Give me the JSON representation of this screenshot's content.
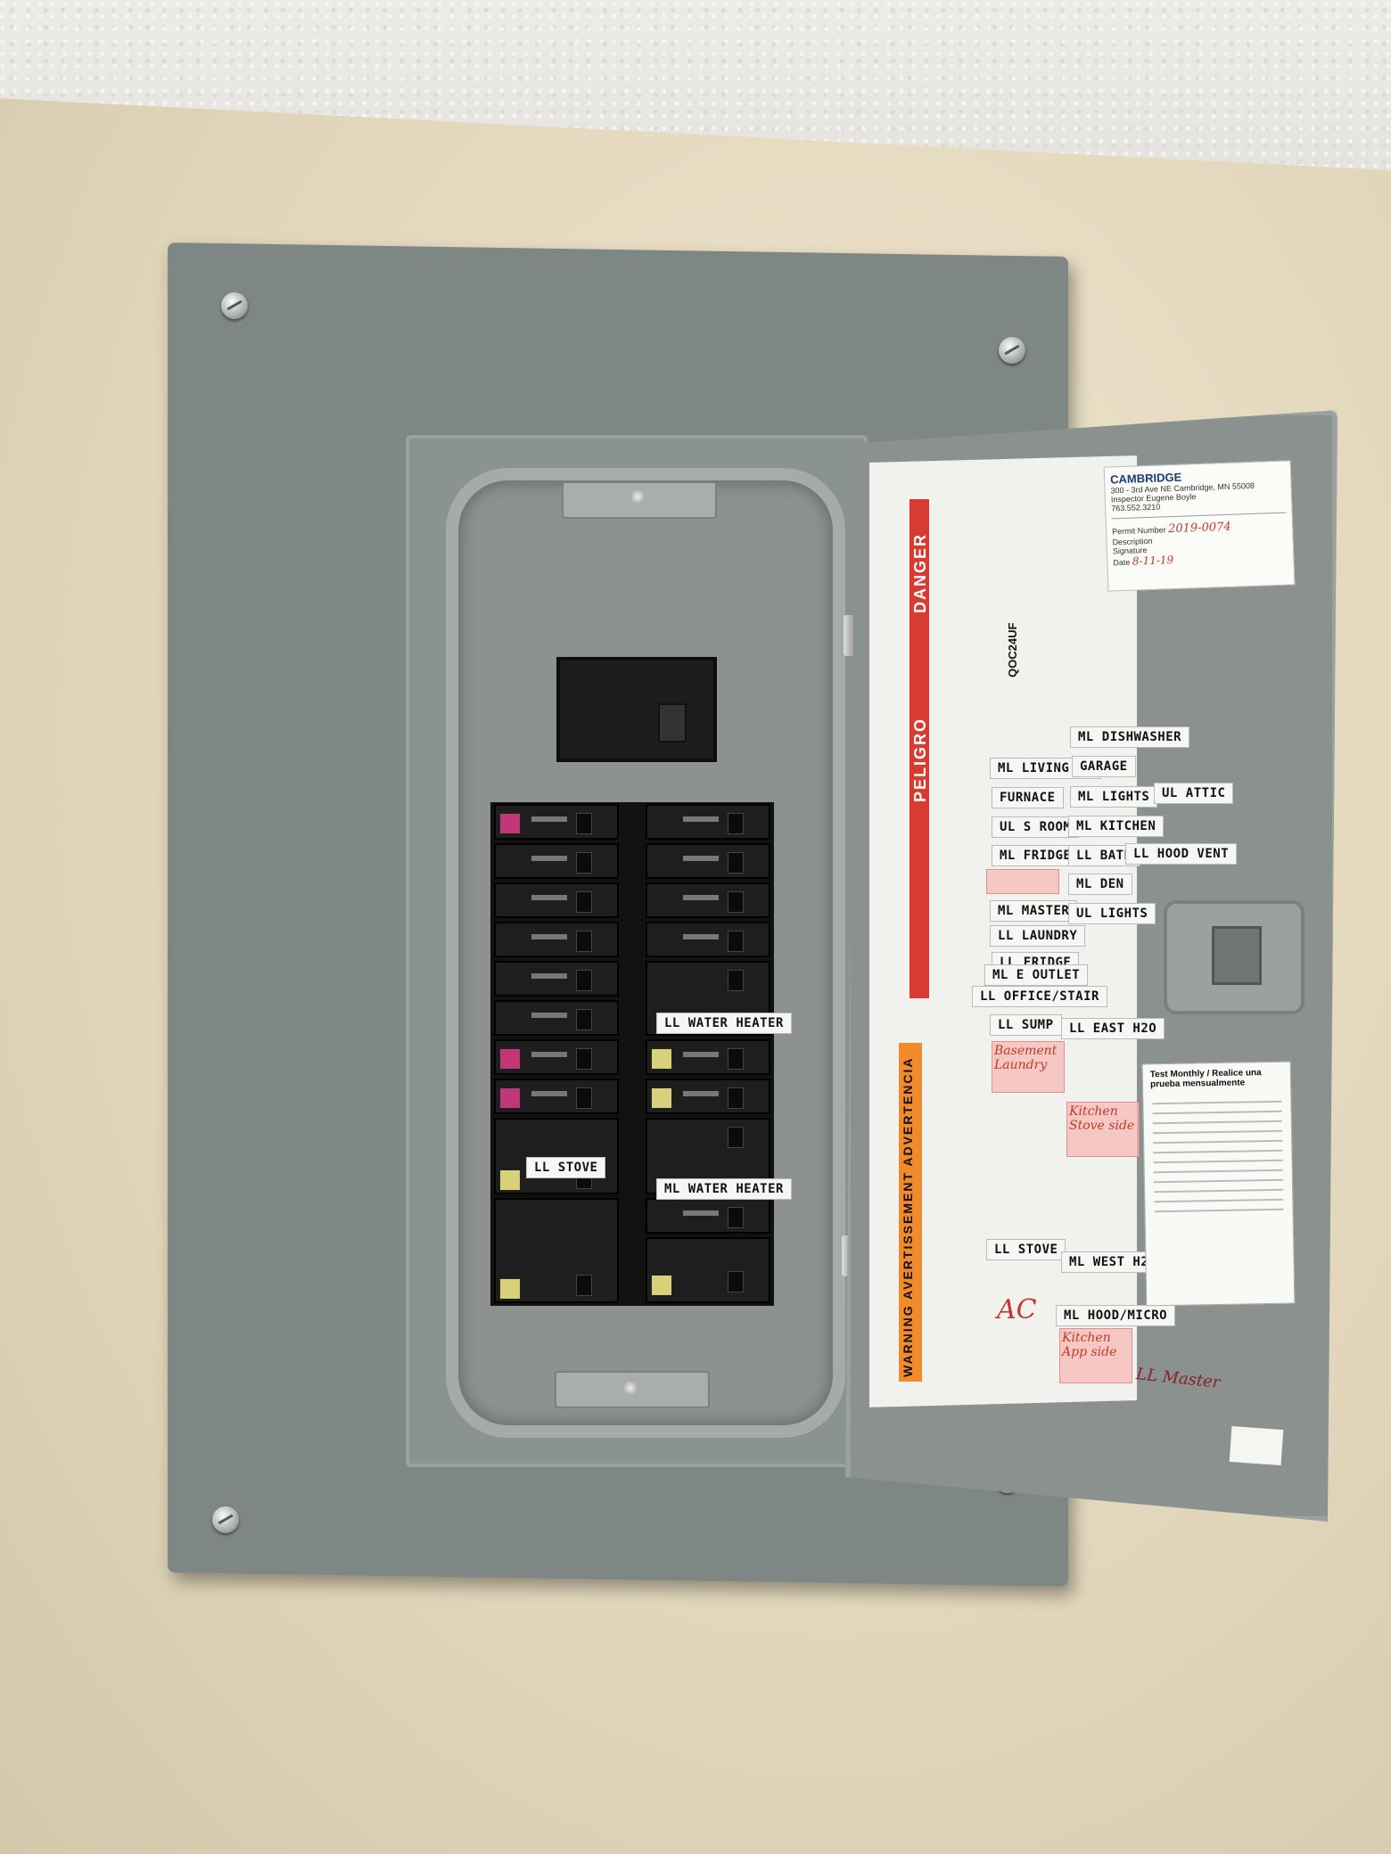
{
  "panel": {
    "left_breaker_labels": [
      {
        "id": "ll-stove",
        "text": "LL STOVE"
      }
    ],
    "right_breaker_labels": [
      {
        "id": "ll-water-heater",
        "text": "LL WATER HEATER"
      },
      {
        "id": "ml-water-heater",
        "text": "ML WATER HEATER"
      }
    ]
  },
  "door": {
    "danger_text": "DANGER",
    "peligro_text": "PELIGRO",
    "warning_text": "WARNING  AVERTISSEMENT  ADVERTENCIA",
    "model": "QOC24UF",
    "permit_card": {
      "brand": "CAMBRIDGE",
      "address": "300 - 3rd Ave NE  Cambridge, MN 55008",
      "inspector": "Inspector Eugene Boyle",
      "phone": "763.552.3210",
      "permit_label": "Permit Number",
      "permit_value": "2019-0074",
      "description_label": "Description",
      "signature_label": "Signature",
      "date_label": "Date",
      "date_value": "8-11-19"
    },
    "circuit_labels": [
      {
        "id": "ml-dishwasher",
        "text": "ML DISHWASHER"
      },
      {
        "id": "ml-living-rm",
        "text": "ML LIVING RM"
      },
      {
        "id": "garage",
        "text": "GARAGE"
      },
      {
        "id": "furnace",
        "text": "FURNACE"
      },
      {
        "id": "ml-lights",
        "text": "ML LIGHTS"
      },
      {
        "id": "ul-attic",
        "text": "UL ATTIC"
      },
      {
        "id": "ul-s-room",
        "text": "UL S ROOM"
      },
      {
        "id": "ml-kitchen",
        "text": "ML KITCHEN"
      },
      {
        "id": "ml-fridge",
        "text": "ML FRIDGE"
      },
      {
        "id": "ll-bath",
        "text": "LL BATH"
      },
      {
        "id": "ll-hood-vent",
        "text": "LL HOOD VENT"
      },
      {
        "id": "ml-den",
        "text": "ML DEN"
      },
      {
        "id": "ml-master",
        "text": "ML MASTER"
      },
      {
        "id": "ul-lights",
        "text": "UL LIGHTS"
      },
      {
        "id": "ll-laundry",
        "text": "LL LAUNDRY"
      },
      {
        "id": "ll-fridge",
        "text": "LL FRIDGE"
      },
      {
        "id": "ml-e-outlet",
        "text": "ML E OUTLET"
      },
      {
        "id": "ll-office-stair",
        "text": "LL OFFICE/STAIR"
      },
      {
        "id": "ll-sump",
        "text": "LL SUMP"
      },
      {
        "id": "ll-east-h2o",
        "text": "LL EAST H2O"
      },
      {
        "id": "ll-stove-door",
        "text": "LL STOVE"
      },
      {
        "id": "ml-west-h2o",
        "text": "ML WEST H2O"
      },
      {
        "id": "ml-hood-micro",
        "text": "ML HOOD/MICRO"
      }
    ],
    "handwritten_notes": [
      {
        "id": "note-sump",
        "text": "Basement Laundry"
      },
      {
        "id": "note-kitchen",
        "text": "Kitchen Stove side"
      },
      {
        "id": "note-ac",
        "text": "AC"
      },
      {
        "id": "note-kitchen-app",
        "text": "Kitchen App side"
      },
      {
        "id": "note-ll-master",
        "text": "LL Master"
      }
    ],
    "test_sticker": "Test Monthly / Realice una prueba mensualmente"
  }
}
